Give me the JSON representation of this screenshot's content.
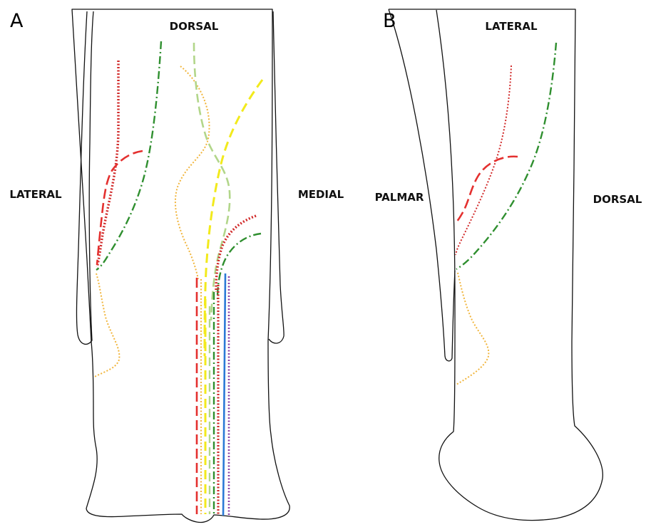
{
  "panels": [
    {
      "letter": "A",
      "labels": {
        "top": "DORSAL",
        "left": "LATERAL",
        "right": "MEDIAL"
      }
    },
    {
      "letter": "B",
      "labels": {
        "top": "LATERAL",
        "left": "PALMAR",
        "right": "DORSAL"
      }
    }
  ],
  "colors": {
    "outline": "#111111",
    "red": "#e4302f",
    "green": "#2f8f2f",
    "yellow": "#f2ea1c",
    "light_green": "#b2d68a",
    "orange": "#f1b53c",
    "blue": "#2b79d6",
    "purple": "#8a3fa6"
  }
}
